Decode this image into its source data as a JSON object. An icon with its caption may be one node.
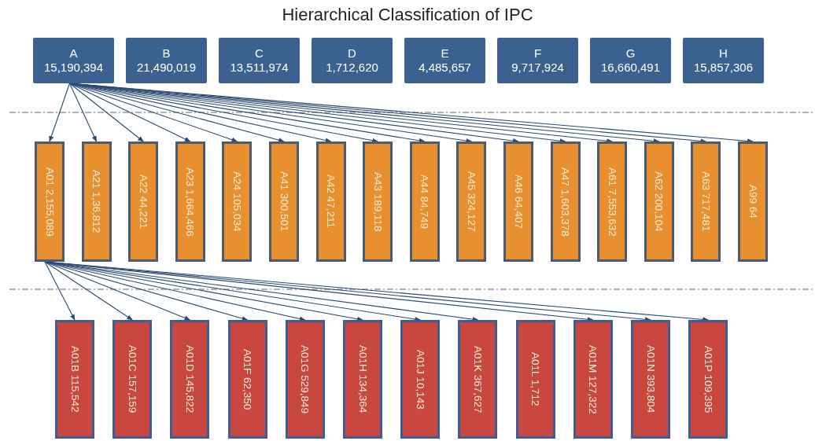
{
  "diagram": {
    "title": "Hierarchical Classification of IPC",
    "nodes": [
      {
        "text": [
          "A",
          "15,190,394"
        ]
      },
      {
        "text": [
          "B",
          "21,490,019"
        ]
      },
      {
        "text": [
          "C",
          "13,511,974"
        ]
      },
      {
        "text": [
          "D",
          "1,712,620"
        ]
      },
      {
        "text": [
          "E",
          "4,485,657"
        ]
      },
      {
        "text": [
          "F",
          "9,717,924"
        ]
      },
      {
        "text": [
          "G",
          "16,660,491"
        ]
      },
      {
        "text": [
          "H",
          "15,857,306"
        ]
      },
      {
        "text": [
          "A01 2,155,089"
        ]
      },
      {
        "text": [
          "A21 1,36,812"
        ]
      },
      {
        "text": [
          "A22 44,221"
        ]
      },
      {
        "text": [
          "A23 1,664,466"
        ]
      },
      {
        "text": [
          "A24 105,034"
        ]
      },
      {
        "text": [
          "A41 300,501"
        ]
      },
      {
        "text": [
          "A42 47,211"
        ]
      },
      {
        "text": [
          "A43 189,118"
        ]
      },
      {
        "text": [
          "A44 84,749"
        ]
      },
      {
        "text": [
          "A45 324,127"
        ]
      },
      {
        "text": [
          "A46 64,407"
        ]
      },
      {
        "text": [
          "A47 1,603,378"
        ]
      },
      {
        "text": [
          "A61 7,553,632"
        ]
      },
      {
        "text": [
          "A62 200,104"
        ]
      },
      {
        "text": [
          "A63 717,481"
        ]
      },
      {
        "text": [
          "A99 64"
        ]
      },
      {
        "text": [
          "A01B 115,542"
        ]
      },
      {
        "text": [
          "A01C 157,159"
        ]
      },
      {
        "text": [
          "A01D 145,822"
        ]
      },
      {
        "text": [
          "A01F 62,350"
        ]
      },
      {
        "text": [
          "A01G 529,849"
        ]
      },
      {
        "text": [
          "A01H 134,364"
        ]
      },
      {
        "text": [
          "A01J 10,143"
        ]
      },
      {
        "text": [
          "A01K 367,627"
        ]
      },
      {
        "text": [
          "A01L 1,712"
        ]
      },
      {
        "text": [
          "A01M 127,322"
        ]
      },
      {
        "text": [
          "A01N 393,804"
        ]
      },
      {
        "text": [
          "A01P 109,395"
        ]
      }
    ],
    "edges": [
      {
        "from": 0,
        "to": 8,
        "arrow": "to"
      },
      {
        "from": 0,
        "to": 9,
        "arrow": "to"
      },
      {
        "from": 0,
        "to": 10,
        "arrow": "to"
      },
      {
        "from": 0,
        "to": 11,
        "arrow": "to"
      },
      {
        "from": 0,
        "to": 12,
        "arrow": "to"
      },
      {
        "from": 0,
        "to": 13,
        "arrow": "to"
      },
      {
        "from": 0,
        "to": 14,
        "arrow": "to"
      },
      {
        "from": 0,
        "to": 15,
        "arrow": "to"
      },
      {
        "from": 0,
        "to": 16,
        "arrow": "to"
      },
      {
        "from": 0,
        "to": 17,
        "arrow": "to"
      },
      {
        "from": 0,
        "to": 18,
        "arrow": "to"
      },
      {
        "from": 0,
        "to": 19,
        "arrow": "to"
      },
      {
        "from": 0,
        "to": 20,
        "arrow": "to"
      },
      {
        "from": 0,
        "to": 21,
        "arrow": "to"
      },
      {
        "from": 0,
        "to": 22,
        "arrow": "to"
      },
      {
        "from": 0,
        "to": 23,
        "arrow": "to"
      },
      {
        "from": 8,
        "to": 24,
        "arrow": "to"
      },
      {
        "from": 8,
        "to": 25,
        "arrow": "to"
      },
      {
        "from": 8,
        "to": 26,
        "arrow": "to"
      },
      {
        "from": 8,
        "to": 27,
        "arrow": "to"
      },
      {
        "from": 8,
        "to": 28,
        "arrow": "to"
      },
      {
        "from": 8,
        "to": 29,
        "arrow": "to"
      },
      {
        "from": 8,
        "to": 30,
        "arrow": "to"
      },
      {
        "from": 8,
        "to": 31,
        "arrow": "to"
      },
      {
        "from": 8,
        "to": 33,
        "arrow": "to"
      },
      {
        "from": 8,
        "to": 34,
        "arrow": "to"
      },
      {
        "from": 8,
        "to": 35,
        "arrow": "to"
      }
    ]
  }
}
